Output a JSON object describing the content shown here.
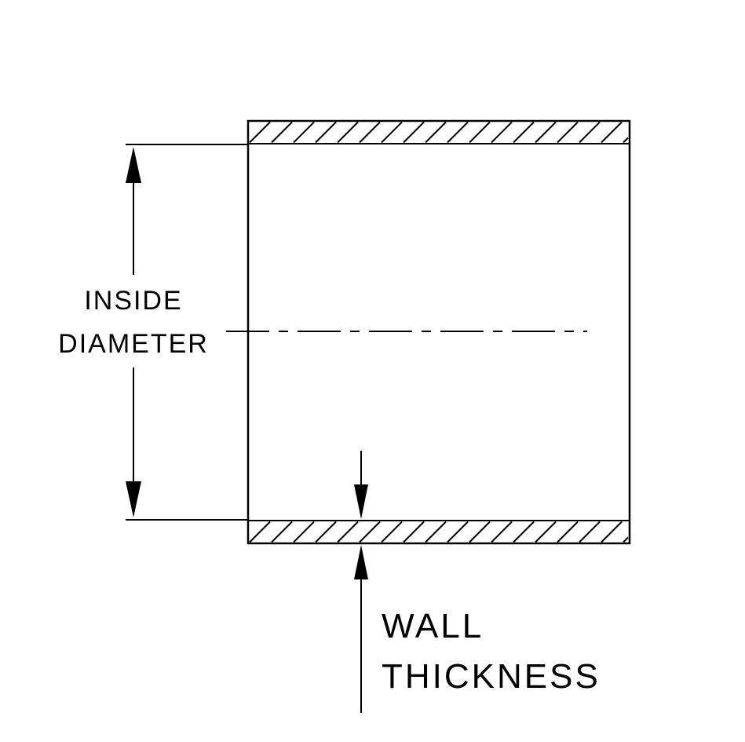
{
  "page": {
    "background_color": "#ffffff"
  },
  "diagram": {
    "type": "engineering-cross-section",
    "subject": "tube wall cross-section with dimension callouts",
    "line_color": "#000000",
    "labels": {
      "inside_diameter": [
        "INSIDE",
        "DIAMETER"
      ],
      "wall_thickness": [
        "WALL",
        "THICKNESS"
      ]
    }
  }
}
